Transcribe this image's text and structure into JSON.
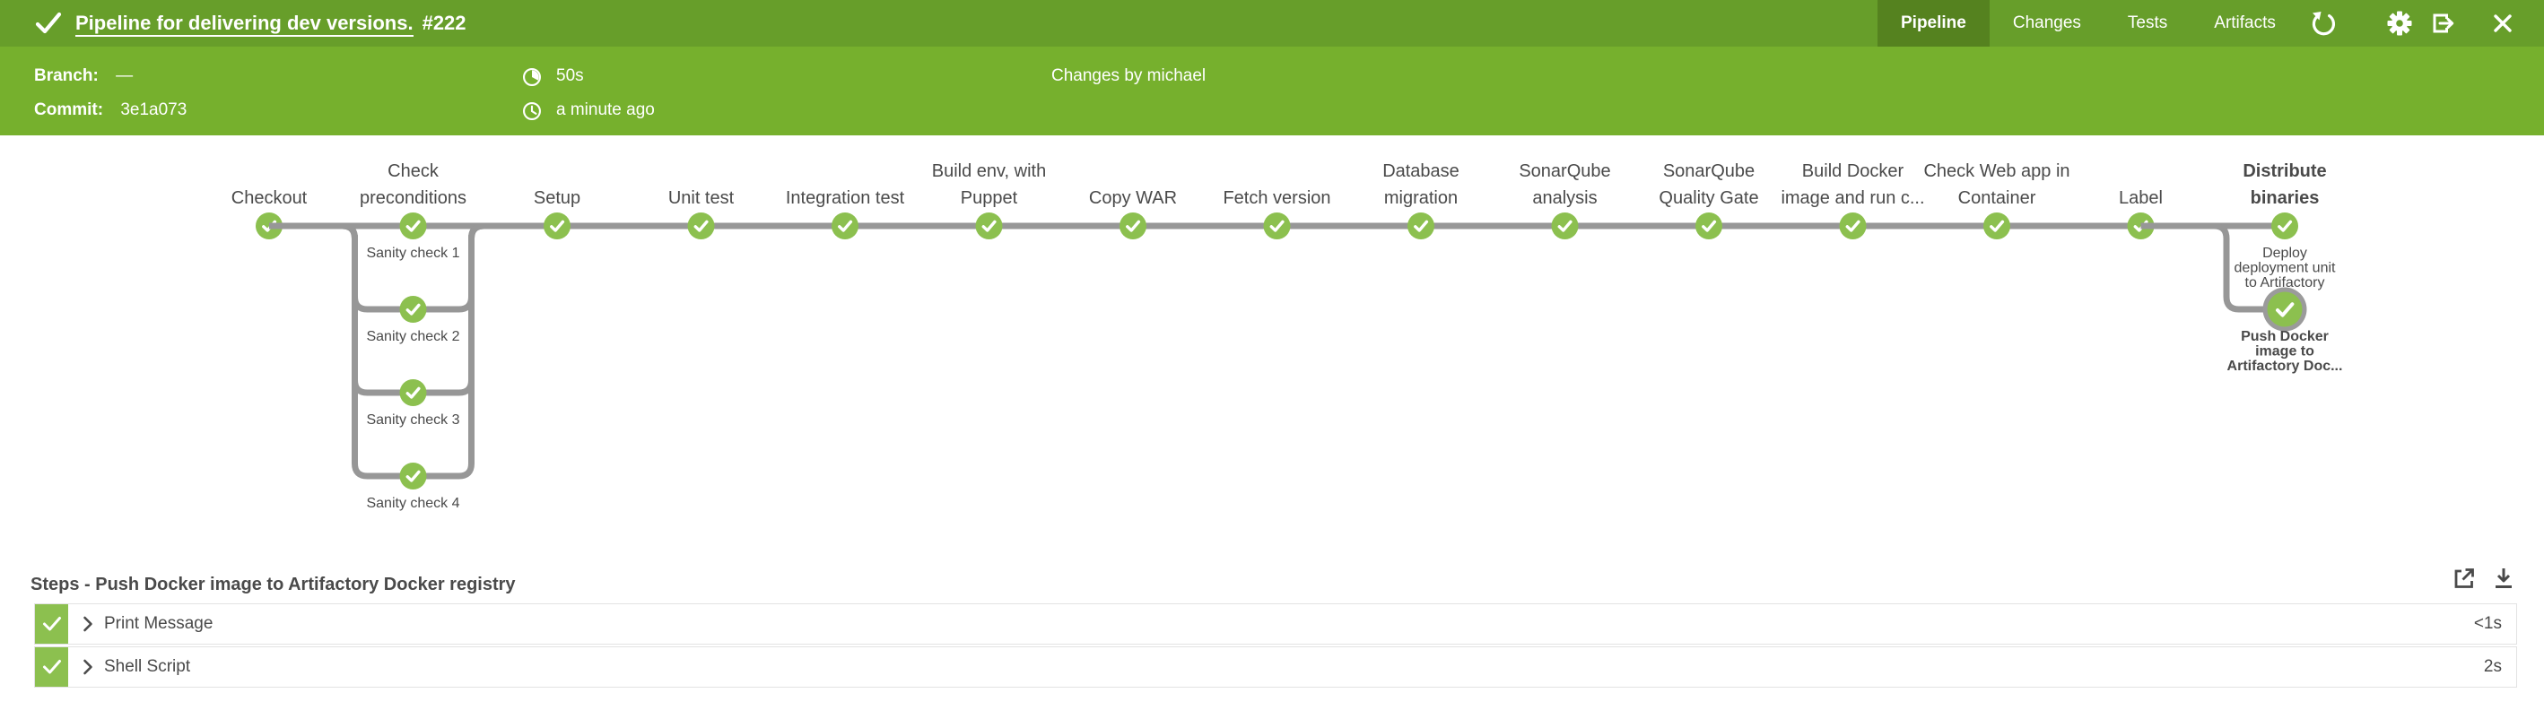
{
  "colors": {
    "topbar": "#679E2A",
    "topbar_active_tab": "#55821F",
    "infobar": "#76B02D",
    "success_green": "#8CC04F",
    "edge_gray": "#979797",
    "selected_ring_gray": "#9B9B9B",
    "text_dark": "#4A4A4A"
  },
  "header": {
    "status_icon": "success-check",
    "title": "Pipeline for delivering dev versions.",
    "run_number": "#222",
    "tabs": [
      {
        "label": "Pipeline",
        "active": true
      },
      {
        "label": "Changes",
        "active": false
      },
      {
        "label": "Tests",
        "active": false
      },
      {
        "label": "Artifacts",
        "active": false
      }
    ],
    "action_icons": [
      "rerun",
      "settings",
      "exit",
      "close"
    ]
  },
  "run_info": {
    "branch_label": "Branch:",
    "branch_value": "—",
    "commit_label": "Commit:",
    "commit_value": "3e1a073",
    "duration": "50s",
    "duration_icon": "stopwatch",
    "time_ago": "a minute ago",
    "time_icon": "clock",
    "changes": "Changes by michael"
  },
  "pipeline": {
    "stages": [
      {
        "label": "Checkout",
        "lines": [
          "Checkout"
        ],
        "status": "success"
      },
      {
        "label": "Check preconditions",
        "lines": [
          "Check",
          "preconditions"
        ],
        "status": "success",
        "parallels": [
          {
            "label": "Sanity check 1",
            "lines": [
              "Sanity check 1"
            ],
            "status": "success"
          },
          {
            "label": "Sanity check 2",
            "lines": [
              "Sanity check 2"
            ],
            "status": "success"
          },
          {
            "label": "Sanity check 3",
            "lines": [
              "Sanity check 3"
            ],
            "status": "success"
          },
          {
            "label": "Sanity check 4",
            "lines": [
              "Sanity check 4"
            ],
            "status": "success"
          }
        ]
      },
      {
        "label": "Setup",
        "lines": [
          "Setup"
        ],
        "status": "success"
      },
      {
        "label": "Unit test",
        "lines": [
          "Unit test"
        ],
        "status": "success"
      },
      {
        "label": "Integration test",
        "lines": [
          "Integration test"
        ],
        "status": "success"
      },
      {
        "label": "Build env, with Puppet",
        "lines": [
          "Build env, with",
          "Puppet"
        ],
        "status": "success"
      },
      {
        "label": "Copy WAR",
        "lines": [
          "Copy WAR"
        ],
        "status": "success"
      },
      {
        "label": "Fetch version",
        "lines": [
          "Fetch version"
        ],
        "status": "success"
      },
      {
        "label": "Database migration",
        "lines": [
          "Database",
          "migration"
        ],
        "status": "success"
      },
      {
        "label": "SonarQube analysis",
        "lines": [
          "SonarQube",
          "analysis"
        ],
        "status": "success"
      },
      {
        "label": "SonarQube Quality Gate",
        "lines": [
          "SonarQube",
          "Quality Gate"
        ],
        "status": "success"
      },
      {
        "label": "Build Docker image and run c...",
        "lines": [
          "Build Docker",
          "image and run c..."
        ],
        "status": "success"
      },
      {
        "label": "Check Web app in Container",
        "lines": [
          "Check Web app in",
          "Container"
        ],
        "status": "success"
      },
      {
        "label": "Label",
        "lines": [
          "Label"
        ],
        "status": "success"
      },
      {
        "label": "Distribute binaries",
        "lines": [
          "Distribute",
          "binaries"
        ],
        "bold": true,
        "status": "success",
        "parallels": [
          {
            "label": "Deploy deployment unit to Artifactory",
            "lines": [
              "Deploy",
              "deployment unit",
              "to Artifactory"
            ],
            "status": "success"
          },
          {
            "label": "Push Docker image to Artifactory Doc...",
            "lines": [
              "Push Docker",
              "image to",
              "Artifactory Doc..."
            ],
            "status": "success",
            "selected": true,
            "bold": true
          }
        ]
      }
    ]
  },
  "steps": {
    "heading": "Steps - Push Docker image to Artifactory Docker registry",
    "toolbar_icons": [
      "open-in-new",
      "download"
    ],
    "rows": [
      {
        "status": "success",
        "label": "Print Message",
        "duration": "<1s"
      },
      {
        "status": "success",
        "label": "Shell Script",
        "duration": "2s"
      }
    ]
  }
}
